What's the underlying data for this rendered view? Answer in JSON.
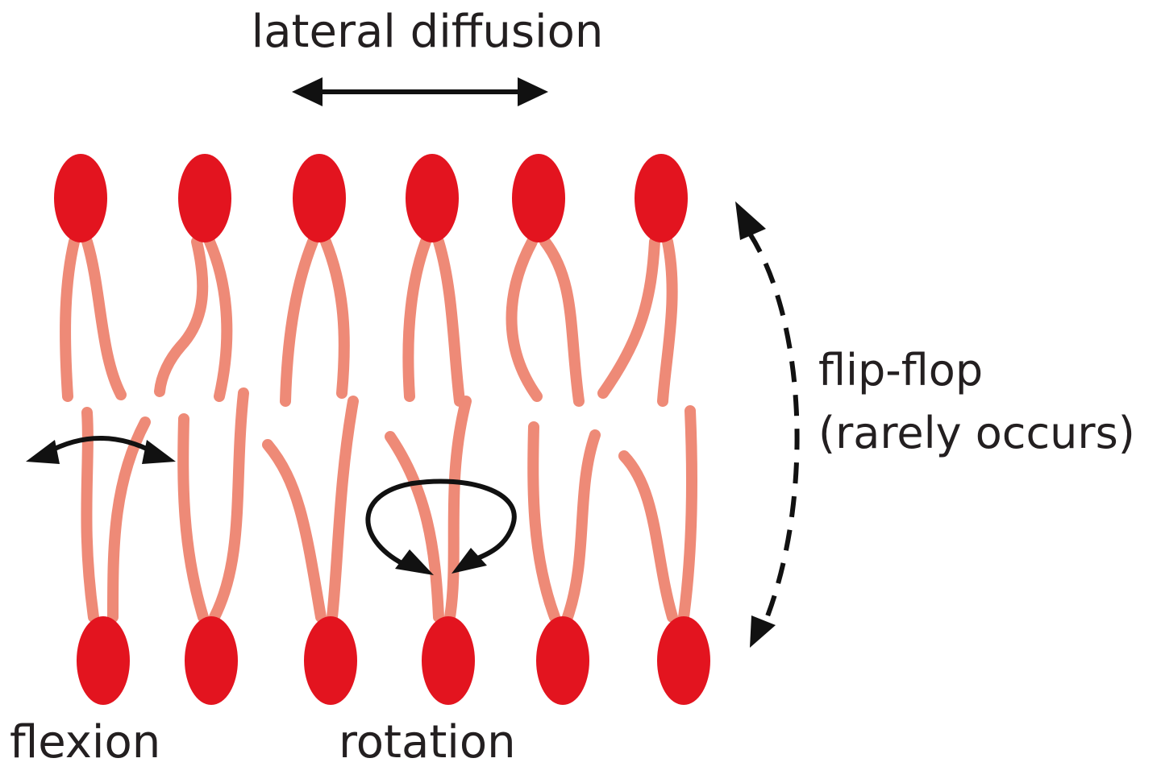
{
  "labels": {
    "lateral_diffusion": "lateral diffusion",
    "flip_flop": "flip-flop",
    "rarely_occurs": "(rarely occurs)",
    "flexion": "flexion",
    "rotation": "rotation"
  },
  "colors": {
    "head": "#e3141f",
    "tail": "#ee8a77",
    "arrow": "#111111",
    "text": "#231f20"
  }
}
